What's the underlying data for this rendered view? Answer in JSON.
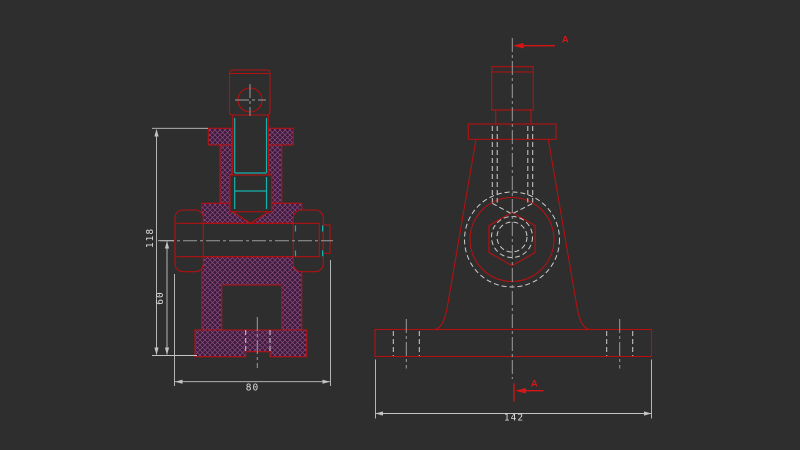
{
  "colors": {
    "bg": "#2e2e2e",
    "red": "#b31111",
    "section_red": "#d41616",
    "hatch_fill": "#3a1c38",
    "hatch_line": "#8e4a86",
    "cyan": "#17b1ad",
    "hidden": "#cdcdcd",
    "center": "#9c9c9c",
    "dim": "#c4c4c4",
    "dimtext": "#dcdcdc"
  },
  "views": {
    "section_view": {
      "dims": {
        "overall_height": "118",
        "lower_height": "60",
        "pin_length": "80"
      }
    },
    "front_view": {
      "dims": {
        "base_width": "142"
      },
      "section_marks": {
        "top": "A",
        "bottom": "A"
      }
    }
  }
}
